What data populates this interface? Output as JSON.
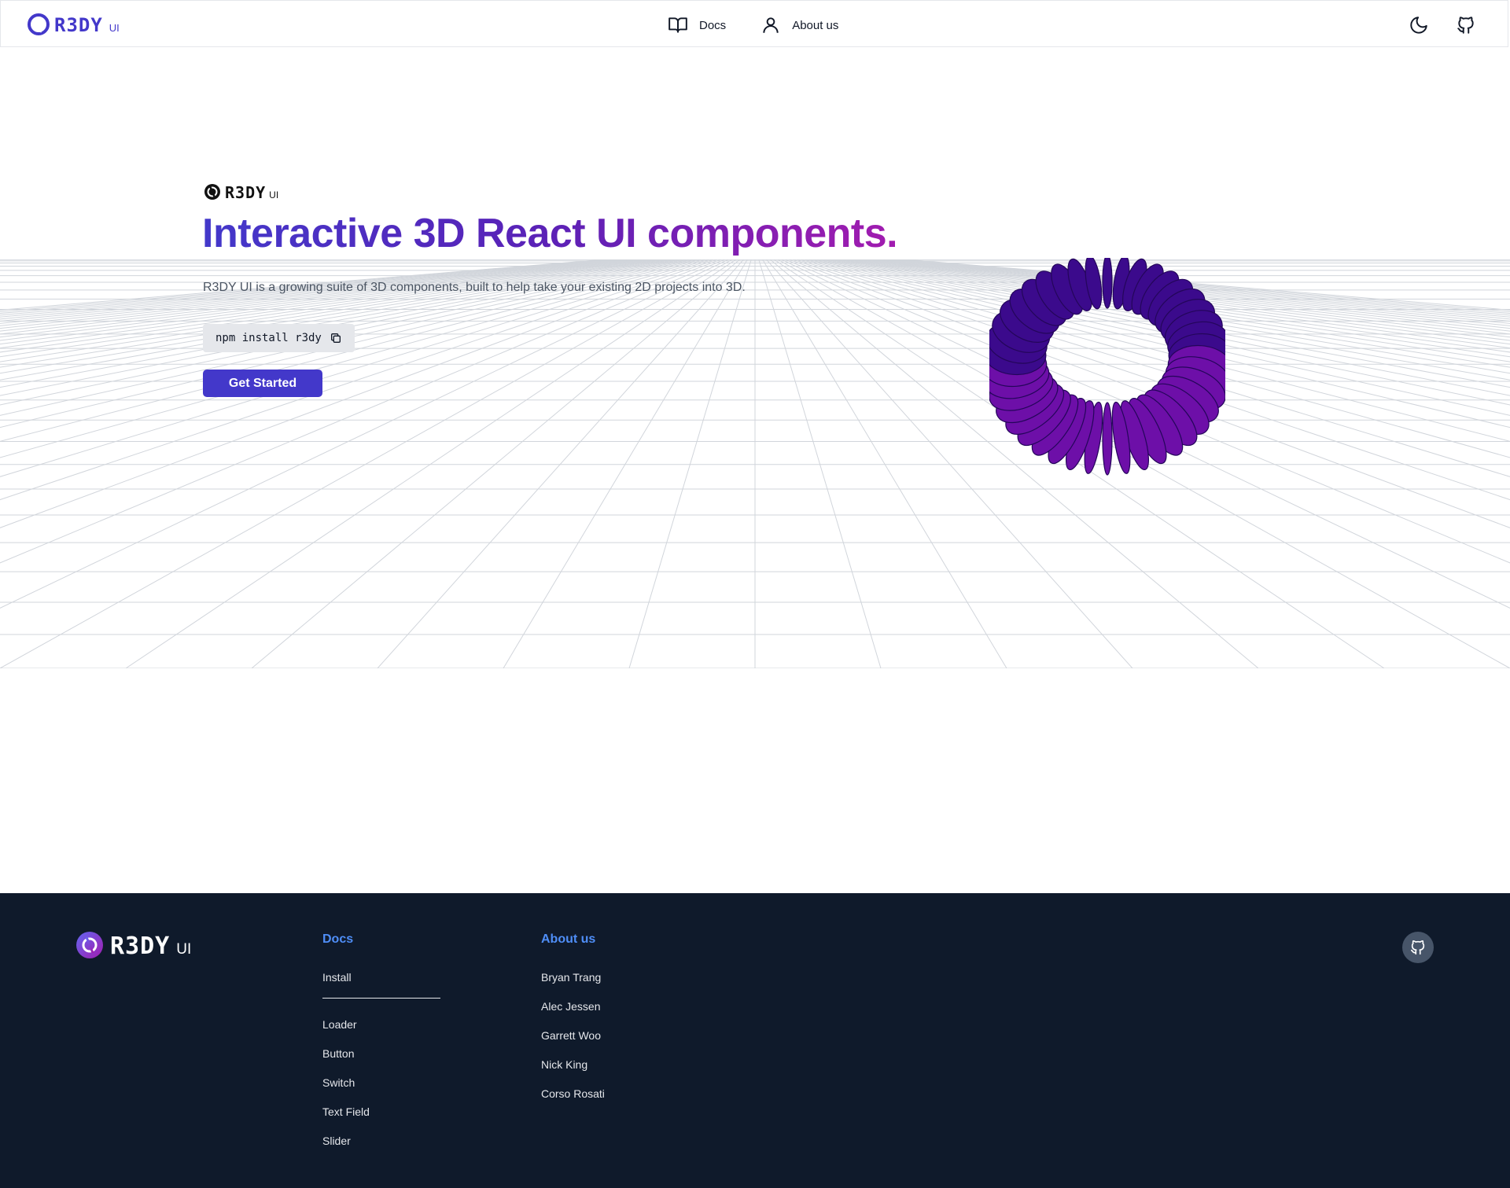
{
  "colors": {
    "accent": "#4338ca",
    "accent_end": "#a21caf",
    "footer_bg": "#0f1a2b",
    "footer_heading": "#4f8ef7"
  },
  "brand": {
    "wordmark": "R3DY",
    "suffix": "UI"
  },
  "nav": {
    "links": [
      {
        "label": "Docs",
        "icon": "book-open-icon"
      },
      {
        "label": "About us",
        "icon": "user-icon"
      }
    ],
    "right_icons": [
      "moon-icon",
      "github-icon"
    ]
  },
  "hero": {
    "badge": {
      "wordmark": "R3DY",
      "suffix": "UI"
    },
    "headline": "Interactive 3D React UI components.",
    "subtitle": "R3DY UI is a growing suite of 3D components, built to help take your existing 2D projects into 3D.",
    "install_command": "npm install r3dy",
    "install_icon": "copy-icon",
    "cta_label": "Get Started"
  },
  "footer": {
    "brand": {
      "wordmark": "R3DY",
      "suffix": "UI"
    },
    "docs": {
      "heading": "Docs",
      "links": [
        "Install",
        "Loader",
        "Button",
        "Switch",
        "Text Field",
        "Slider"
      ]
    },
    "about": {
      "heading": "About us",
      "links": [
        "Bryan Trang",
        "Alec Jessen",
        "Garrett Woo",
        "Nick King",
        "Corso Rosati"
      ]
    },
    "github_icon": "github-icon"
  }
}
